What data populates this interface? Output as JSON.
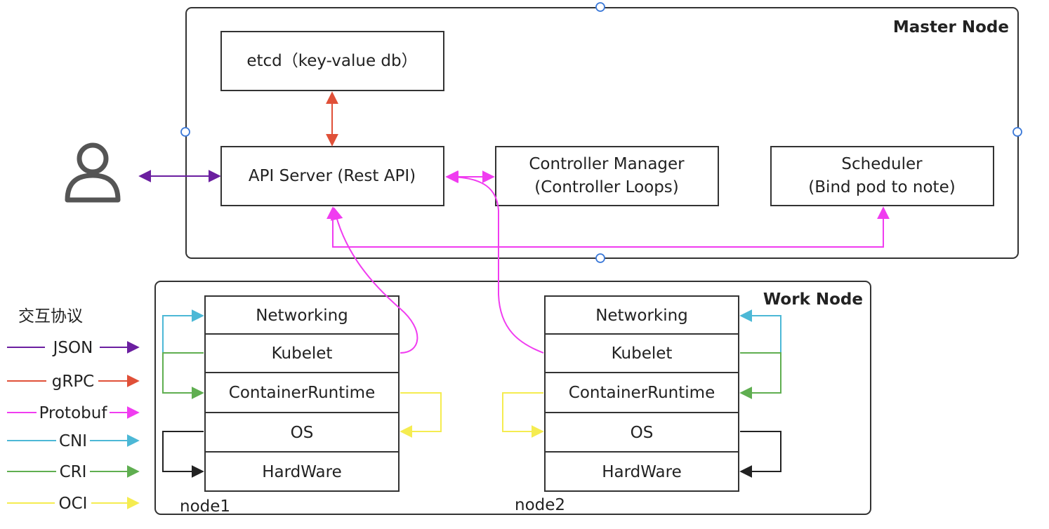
{
  "master": {
    "title": "Master Node",
    "etcd": "etcd（key-value db）",
    "api_server": "API Server (Rest API)",
    "controller_line1": "Controller Manager",
    "controller_line2": "(Controller Loops)",
    "scheduler_line1": "Scheduler",
    "scheduler_line2": "(Bind pod to note)"
  },
  "work": {
    "title": "Work Node",
    "node1": {
      "label": "node1",
      "layers": [
        "Networking",
        "Kubelet",
        "ContainerRuntime",
        "OS",
        "HardWare"
      ]
    },
    "node2": {
      "label": "node2",
      "layers": [
        "Networking",
        "Kubelet",
        "ContainerRuntime",
        "OS",
        "HardWare"
      ]
    }
  },
  "user": {
    "icon": "person-icon"
  },
  "legend": {
    "title": "交互协议",
    "items": [
      {
        "label": "JSON",
        "color": "#6b1fa0"
      },
      {
        "label": "gRPC",
        "color": "#e05038"
      },
      {
        "label": "Protobuf",
        "color": "#f03cf0"
      },
      {
        "label": "CNI",
        "color": "#4cb8d6"
      },
      {
        "label": "CRI",
        "color": "#5fae50"
      },
      {
        "label": "OCI",
        "color": "#f5ec50"
      }
    ]
  },
  "colors": {
    "json": "#6b1fa0",
    "grpc": "#e05038",
    "protobuf": "#f03cf0",
    "cni": "#4cb8d6",
    "cri": "#5fae50",
    "oci": "#f5ec50",
    "hardware_link": "#222222",
    "handle": "#3a78d8"
  }
}
